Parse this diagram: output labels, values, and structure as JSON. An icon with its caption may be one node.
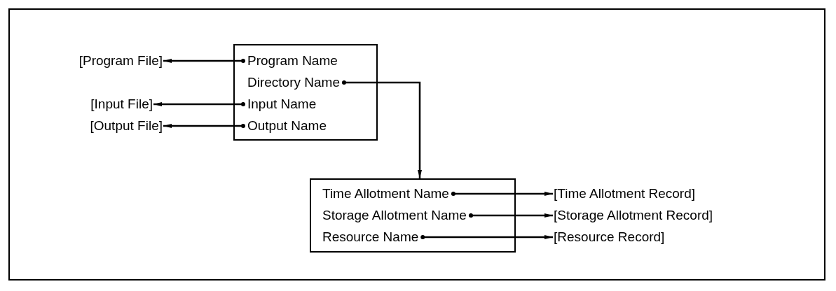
{
  "diagram": {
    "nodes": [
      {
        "text": [],
        "shape": "box"
      },
      {
        "text": [
          "Program Name"
        ],
        "in": 0
      },
      {
        "text": [
          "Directory Name"
        ],
        "in": 0
      },
      {
        "text": [
          "Input Name"
        ],
        "in": 0
      },
      {
        "text": [
          "Output Name"
        ],
        "in": 0
      },
      {
        "text": [
          "[Program File]"
        ]
      },
      {
        "text": [
          "[Input File]"
        ]
      },
      {
        "text": [
          "[Output File]"
        ]
      },
      {
        "text": [],
        "shape": "box"
      },
      {
        "text": [
          "Time Allotment Name"
        ],
        "in": 8
      },
      {
        "text": [
          "Storage Allotment Name"
        ],
        "in": 8
      },
      {
        "text": [
          "Resource Name"
        ],
        "in": 8
      },
      {
        "text": [
          "[Time Allotment Record]"
        ]
      },
      {
        "text": [
          "[Storage Allotment Record]"
        ]
      },
      {
        "text": [
          "[Resource Record]"
        ]
      }
    ],
    "edges": [
      {
        "from": 1,
        "to": 5,
        "arrow": "to"
      },
      {
        "from": 2,
        "to": 8,
        "arrow": "to"
      },
      {
        "from": 3,
        "to": 6,
        "arrow": "to"
      },
      {
        "from": 4,
        "to": 7,
        "arrow": "to"
      },
      {
        "from": 9,
        "to": 12,
        "arrow": "to"
      },
      {
        "from": 10,
        "to": 13,
        "arrow": "to"
      },
      {
        "from": 11,
        "to": 14,
        "arrow": "to"
      }
    ]
  }
}
